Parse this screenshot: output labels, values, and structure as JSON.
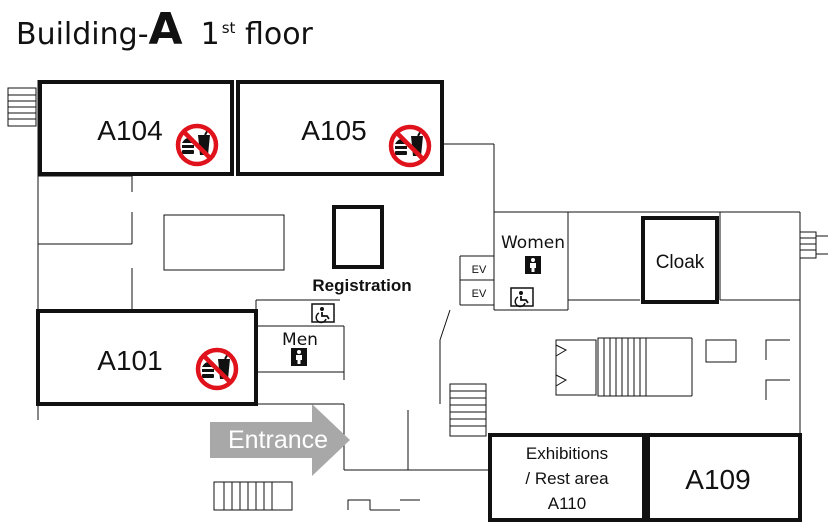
{
  "title": {
    "building": "Building-",
    "letter": "A",
    "floor_num": "1",
    "floor_sup": "st",
    "floor_word": "floor"
  },
  "rooms": {
    "a104": "A104",
    "a105": "A105",
    "a101": "A101",
    "a109": "A109",
    "a110_line1": "Exhibitions",
    "a110_line2": "/ Rest area",
    "a110_line3": "A110",
    "cloak": "Cloak"
  },
  "labels": {
    "registration": "Registration",
    "women": "Women",
    "men": "Men",
    "ev1": "EV",
    "ev2": "EV",
    "entrance": "Entrance"
  },
  "icons": {
    "no_food_drink": "no-food-drink-icon",
    "wheelchair": "wheelchair-icon",
    "restroom": "restroom-icon"
  },
  "colors": {
    "no_sign_red": "#e0121b",
    "wall": "#111111",
    "entrance_arrow": "#a8a8a8"
  }
}
